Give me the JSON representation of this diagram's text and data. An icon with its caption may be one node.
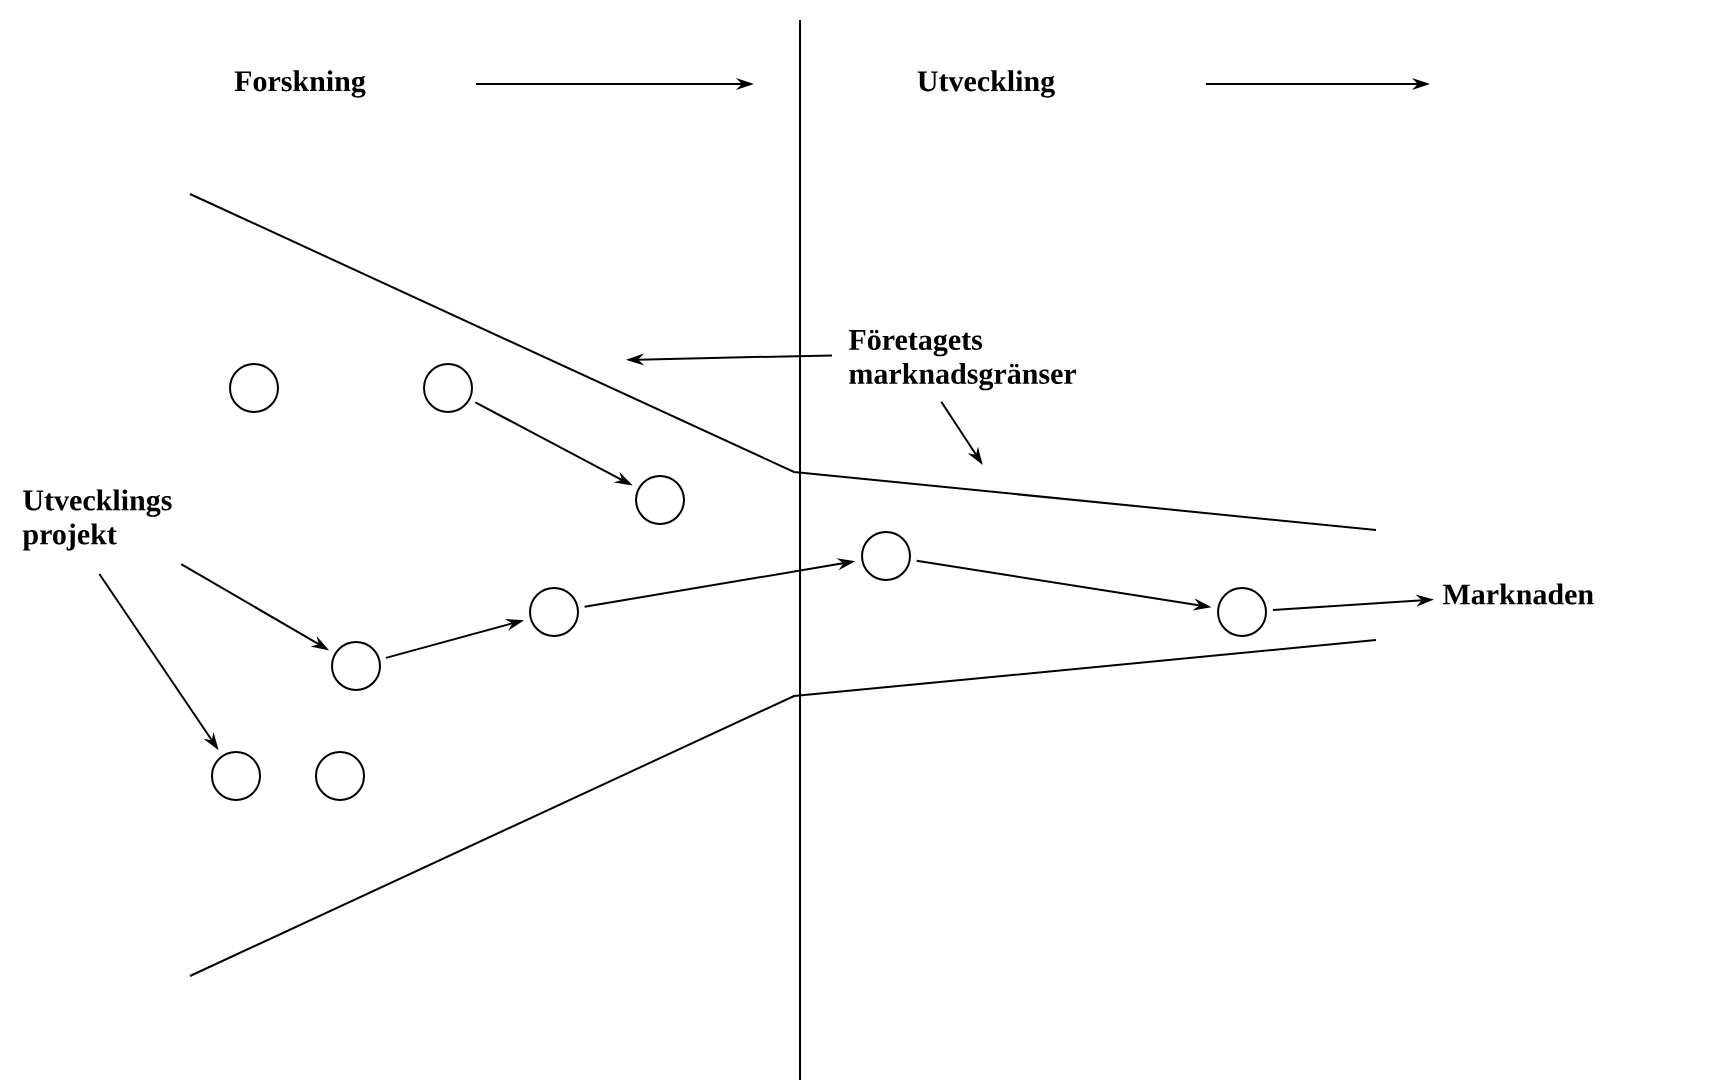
{
  "diagram": {
    "nodes": [
      {
        "text": [
          "Forskning"
        ]
      },
      {
        "text": [
          "Utveckling"
        ]
      },
      {
        "text": [
          "Företagets marknadsgränser"
        ]
      },
      {
        "text": [],
        "shape": "circle"
      },
      {
        "text": [],
        "shape": "circle"
      },
      {
        "text": [],
        "shape": "circle"
      },
      {
        "text": [
          "Utvecklings projekt"
        ]
      },
      {
        "text": [],
        "shape": "circle"
      },
      {
        "text": [],
        "shape": "circle"
      },
      {
        "text": [],
        "shape": "circle"
      },
      {
        "text": [
          "Marknaden"
        ]
      },
      {
        "text": [],
        "shape": "circle"
      },
      {
        "text": [],
        "shape": "circle"
      },
      {
        "text": [],
        "shape": "circle"
      }
    ],
    "edges": [
      {
        "from": 4,
        "to": 5,
        "arrow": "to"
      },
      {
        "from": 11,
        "to": 8,
        "arrow": "to"
      },
      {
        "from": 8,
        "to": 7,
        "arrow": "to"
      },
      {
        "from": 7,
        "to": 9,
        "arrow": "to"
      },
      {
        "from": 9,
        "to": 10,
        "arrow": "to"
      },
      {
        "from": 6,
        "to": 11,
        "arrow": "to"
      },
      {
        "from": 6,
        "to": 12,
        "arrow": "to"
      },
      {
        "from": 2,
        "to": null,
        "arrow": "to"
      },
      {
        "from": 2,
        "to": null,
        "arrow": "to"
      }
    ]
  }
}
